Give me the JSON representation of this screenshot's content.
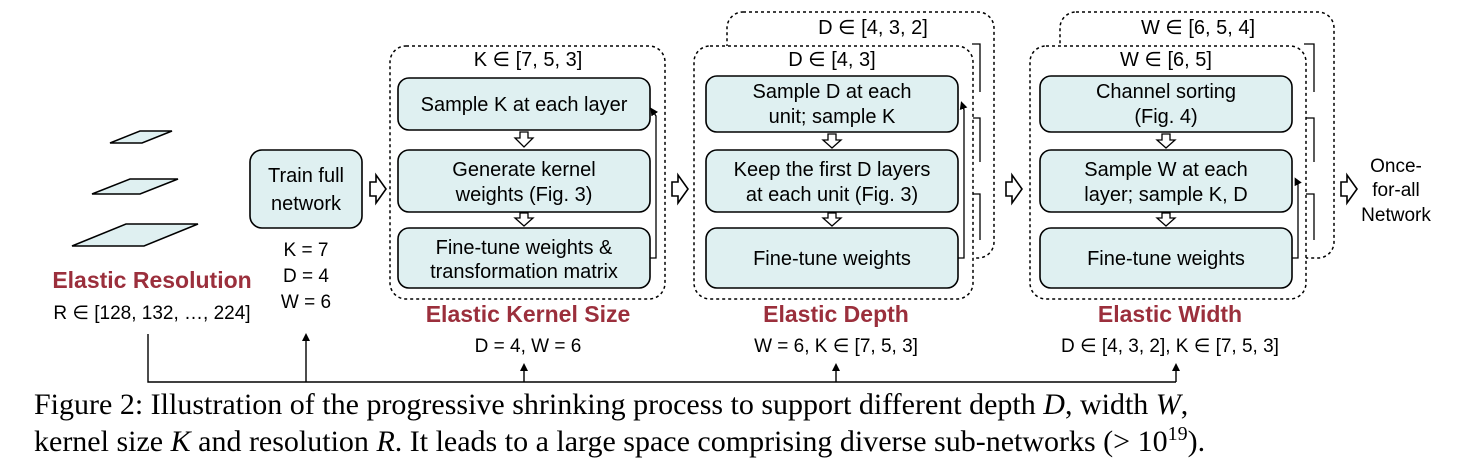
{
  "colors": {
    "box_fill": "#dff0f1",
    "accent": "#9b2f3c",
    "stroke": "#000000"
  },
  "resolution": {
    "title": "Elastic Resolution",
    "range": "R ∈ [128, 132, …, 224]"
  },
  "train_full": {
    "line1": "Train full",
    "line2": "network",
    "params": [
      "K = 7",
      "D = 4",
      "W = 6"
    ]
  },
  "kernel": {
    "header": "K ∈ [7, 5, 3]",
    "box1": [
      "Sample K at each layer"
    ],
    "box2": [
      "Generate kernel",
      "weights (Fig. 3)"
    ],
    "box3": [
      "Fine-tune weights &",
      "transformation matrix"
    ],
    "title": "Elastic Kernel Size",
    "fixed": "D = 4, W = 6"
  },
  "depth": {
    "header_back": "D ∈ [4, 3, 2]",
    "header": "D ∈ [4, 3]",
    "box1": [
      "Sample D at each",
      "unit; sample K"
    ],
    "box2": [
      "Keep the first D layers",
      "at each unit (Fig. 3)"
    ],
    "box3": [
      "Fine-tune weights"
    ],
    "title": "Elastic Depth",
    "fixed": "W = 6, K ∈ [7, 5, 3]"
  },
  "width": {
    "header_back": "W ∈ [6, 5, 4]",
    "header": "W ∈ [6, 5]",
    "box1": [
      "Channel sorting",
      "(Fig. 4)"
    ],
    "box2": [
      "Sample W at each",
      "layer; sample K, D"
    ],
    "box3": [
      "Fine-tune weights"
    ],
    "title": "Elastic Width",
    "fixed": "D ∈ [4, 3, 2], K ∈ [7, 5, 3]"
  },
  "output": [
    "Once-",
    "for-all",
    "Network"
  ],
  "caption": {
    "p1": "Figure 2: Illustration of the progressive shrinking process to support different depth ",
    "v_D": "D",
    "p2": ", width ",
    "v_W": "W",
    "p3": ",",
    "p4": "kernel size ",
    "v_K": "K",
    "p5": " and resolution ",
    "v_R": "R",
    "p6": ". It leads to a large space comprising diverse sub-networks (> 10",
    "sup": "19",
    "p7": ")."
  }
}
